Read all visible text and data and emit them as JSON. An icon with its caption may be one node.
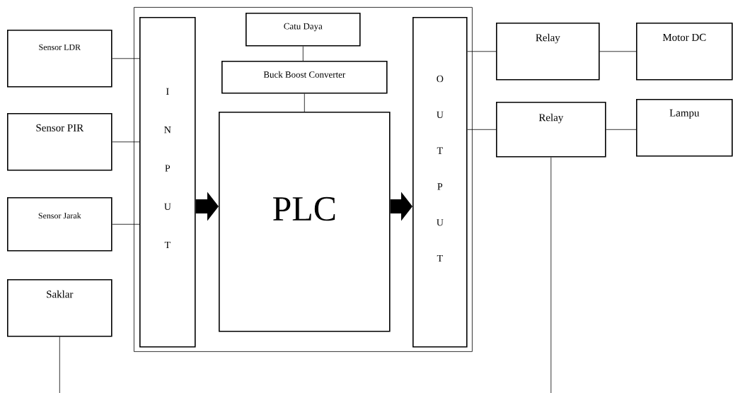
{
  "diagram": {
    "nodes": [
      {
        "text": [],
        "shape": "box"
      },
      {
        "text": [
          "Sensor LDR"
        ]
      },
      {
        "text": [
          "Sensor PIR"
        ]
      },
      {
        "text": [
          "Sensor Jarak"
        ]
      },
      {
        "text": [
          "Saklar"
        ]
      },
      {
        "text": [
          "I N P U T"
        ],
        "in": 0
      },
      {
        "text": [
          "Catu Daya"
        ],
        "in": 0
      },
      {
        "text": [
          "Buck Boost Converter"
        ],
        "in": 0
      },
      {
        "text": [
          "PLC"
        ],
        "in": 0
      },
      {
        "text": [
          "O U T P U T"
        ],
        "in": 0
      },
      {
        "text": [
          "Relay"
        ]
      },
      {
        "text": [
          "Motor DC"
        ]
      },
      {
        "text": [
          "Relay"
        ]
      },
      {
        "text": [
          "Lampu"
        ]
      }
    ],
    "edges": [
      {
        "from": 1,
        "to": 5,
        "arrow": "none"
      },
      {
        "from": 2,
        "to": 5,
        "arrow": "none"
      },
      {
        "from": 3,
        "to": 5,
        "arrow": "none"
      },
      {
        "from": 4,
        "to": null,
        "arrow": "none"
      },
      {
        "from": 5,
        "to": 8,
        "arrow": "to",
        "style": "thick"
      },
      {
        "from": 6,
        "to": 7,
        "arrow": "none"
      },
      {
        "from": 7,
        "to": 8,
        "arrow": "none"
      },
      {
        "from": 8,
        "to": 9,
        "arrow": "to",
        "style": "thick"
      },
      {
        "from": 9,
        "to": 10,
        "arrow": "none"
      },
      {
        "from": 9,
        "to": 12,
        "arrow": "none"
      },
      {
        "from": 10,
        "to": 11,
        "arrow": "none"
      },
      {
        "from": 12,
        "to": 13,
        "arrow": "none"
      },
      {
        "from": 12,
        "to": null,
        "arrow": "none"
      }
    ]
  }
}
